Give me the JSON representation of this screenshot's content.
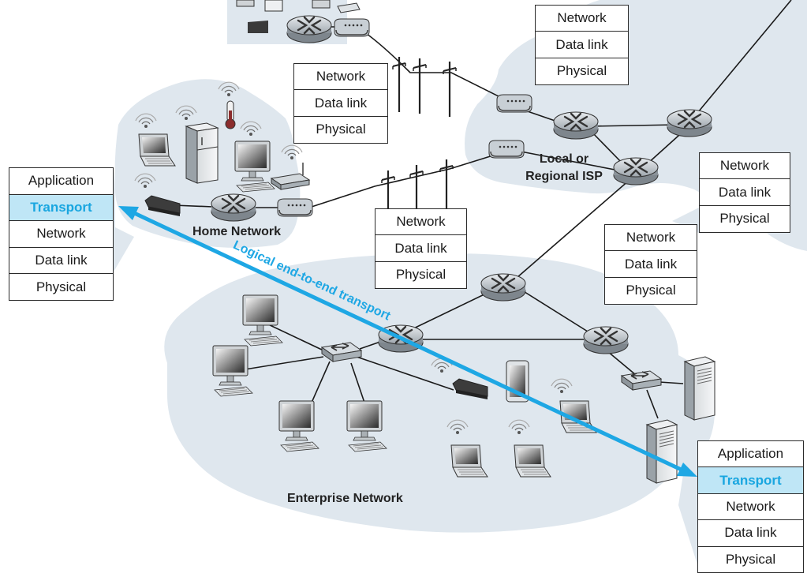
{
  "colors": {
    "cloud": "#dfe7ee",
    "accent": "#1ea7e4",
    "highlight_bg": "#bfe6f6",
    "line": "#1a1a1a"
  },
  "labels": {
    "home_network": "Home Network",
    "local_isp_line1": "Local or",
    "local_isp_line2": "Regional ISP",
    "enterprise_network": "Enterprise Network",
    "logical_transport": "Logical end-to-end transport"
  },
  "stacks": {
    "left_host": {
      "layers": [
        "Application",
        "Transport",
        "Network",
        "Data link",
        "Physical"
      ],
      "highlight": "Transport"
    },
    "right_host": {
      "layers": [
        "Application",
        "Transport",
        "Network",
        "Data link",
        "Physical"
      ],
      "highlight": "Transport"
    },
    "router_top_left": {
      "layers": [
        "Network",
        "Data link",
        "Physical"
      ]
    },
    "router_top_right": {
      "layers": [
        "Network",
        "Data link",
        "Physical"
      ]
    },
    "router_isp_right": {
      "layers": [
        "Network",
        "Data link",
        "Physical"
      ]
    },
    "router_middle": {
      "layers": [
        "Network",
        "Data link",
        "Physical"
      ]
    },
    "router_enterprise_right": {
      "layers": [
        "Network",
        "Data link",
        "Physical"
      ]
    }
  },
  "icons": [
    "router-icon",
    "switch-icon",
    "modem-icon",
    "desktop-monitor-icon",
    "laptop-icon",
    "server-icon",
    "refrigerator-icon",
    "thermometer-icon",
    "tablet-icon",
    "utility-pole-icon",
    "wifi-signal-icon"
  ]
}
